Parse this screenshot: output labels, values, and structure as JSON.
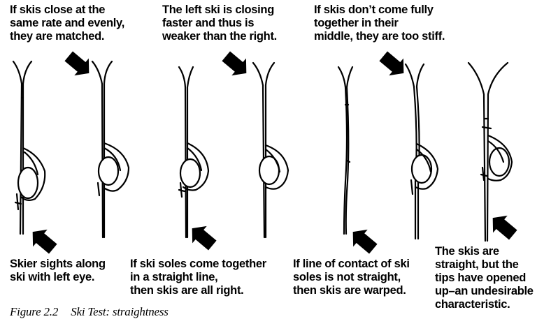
{
  "captions": {
    "top_matched": [
      "If skis close at the",
      "same rate and evenly,",
      "they are matched."
    ],
    "top_left_weaker": [
      "The left ski is closing",
      "faster and thus is",
      "weaker than the right."
    ],
    "top_stiff": [
      "If skis don’t come fully",
      "together in their",
      "middle, they are too stiff."
    ],
    "bottom_sight": [
      "Skier sights along",
      "ski with left eye."
    ],
    "bottom_straight": [
      "If ski soles come together",
      "in a straight line,",
      "then skis are all right."
    ],
    "bottom_warped": [
      "If line of contact of ski",
      "soles is not straight,",
      "then skis are warped."
    ],
    "bottom_opened": [
      "The skis are",
      "straight, but the",
      "tips have opened",
      "up–an undesirable",
      "characteristic."
    ]
  },
  "figure_caption": {
    "label": "Figure 2.2",
    "title": "Ski Test: straightness"
  },
  "icons": {
    "arrow": "black-pointer-arrow",
    "hand": "gloved-hand-holding-skis",
    "ski": "ski-pair-tips-up"
  },
  "colors": {
    "ink": "#000000",
    "paper": "#ffffff"
  }
}
